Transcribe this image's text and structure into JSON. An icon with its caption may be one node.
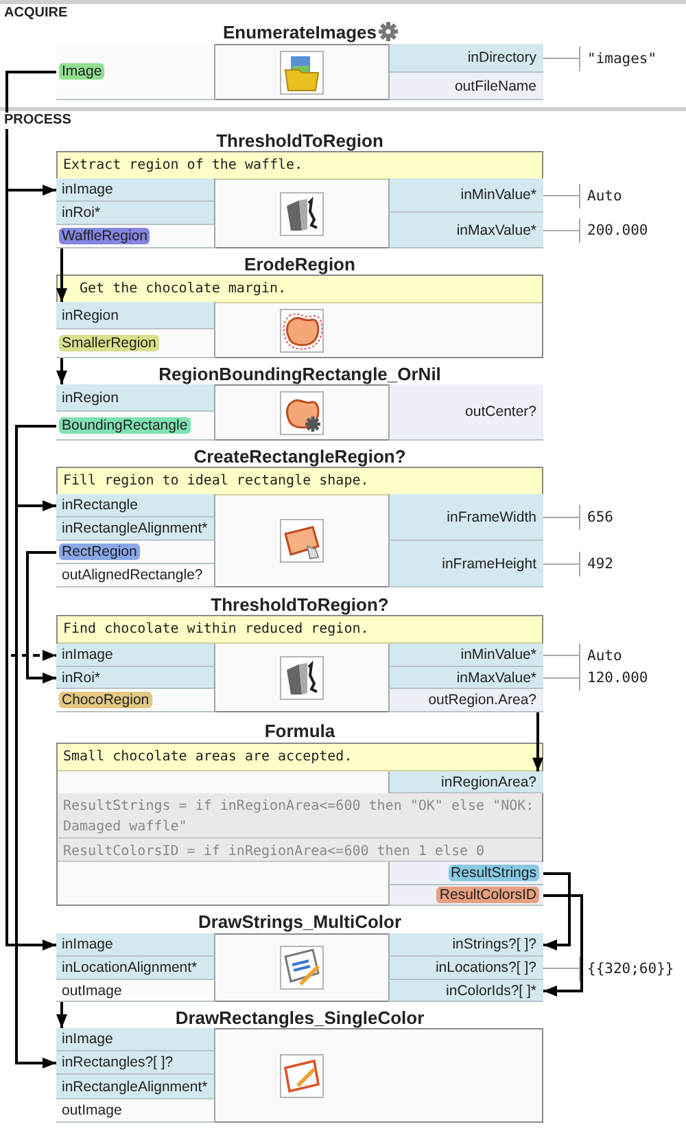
{
  "diagram": {
    "nodes": [
      {
        "text": [
          "EnumerateImages"
        ]
      },
      {
        "text": [
          "Image"
        ],
        "in": 0
      },
      {
        "text": [
          "inDirectory"
        ],
        "in": 0
      },
      {
        "text": [
          "outFileName"
        ],
        "in": 0
      },
      {
        "text": [
          "\"images\""
        ]
      },
      {
        "text": [
          "ThresholdToRegion",
          "Extract region of the waffle."
        ]
      },
      {
        "text": [
          "inImage"
        ],
        "in": 5
      },
      {
        "text": [
          "inRoi*"
        ],
        "in": 5
      },
      {
        "text": [
          "WaffleRegion"
        ],
        "in": 5
      },
      {
        "text": [
          "inMinValue*"
        ],
        "in": 5
      },
      {
        "text": [
          "inMaxValue*"
        ],
        "in": 5
      },
      {
        "text": [
          "Auto"
        ]
      },
      {
        "text": [
          "200.000"
        ]
      },
      {
        "text": [
          "ErodeRegion",
          "Get the chocolate margin."
        ]
      },
      {
        "text": [
          "inRegion"
        ],
        "in": 13
      },
      {
        "text": [
          "SmallerRegion"
        ],
        "in": 13
      },
      {
        "text": [
          "RegionBoundingRectangle_OrNil"
        ]
      },
      {
        "text": [
          "inRegion"
        ],
        "in": 16
      },
      {
        "text": [
          "BoundingRectangle"
        ],
        "in": 16
      },
      {
        "text": [
          "outCenter?"
        ],
        "in": 16
      },
      {
        "text": [
          "CreateRectangleRegion?",
          "Fill region to ideal rectangle shape."
        ]
      },
      {
        "text": [
          "inRectangle"
        ],
        "in": 20
      },
      {
        "text": [
          "inRectangleAlignment*"
        ],
        "in": 20
      },
      {
        "text": [
          "RectRegion"
        ],
        "in": 20
      },
      {
        "text": [
          "outAlignedRectangle?"
        ],
        "in": 20
      },
      {
        "text": [
          "inFrameWidth"
        ],
        "in": 20
      },
      {
        "text": [
          "inFrameHeight"
        ],
        "in": 20
      },
      {
        "text": [
          "656"
        ]
      },
      {
        "text": [
          "492"
        ]
      },
      {
        "text": [
          "ThresholdToRegion?",
          "Find chocolate within reduced region."
        ]
      },
      {
        "text": [
          "inImage"
        ],
        "in": 29
      },
      {
        "text": [
          "inRoi*"
        ],
        "in": 29
      },
      {
        "text": [
          "ChocoRegion"
        ],
        "in": 29
      },
      {
        "text": [
          "inMinValue*"
        ],
        "in": 29
      },
      {
        "text": [
          "inMaxValue*"
        ],
        "in": 29
      },
      {
        "text": [
          "outRegion.Area?"
        ],
        "in": 29
      },
      {
        "text": [
          "Auto"
        ]
      },
      {
        "text": [
          "120.000"
        ]
      },
      {
        "text": [
          "Formula",
          "Small chocolate areas are accepted.",
          "ResultStrings = if inRegionArea<=600 then \"OK\" else \"NOK: Damaged waffle\"",
          "ResultColorsID = if inRegionArea<=600 then 1 else 0"
        ]
      },
      {
        "text": [
          "inRegionArea?"
        ],
        "in": 38
      },
      {
        "text": [
          "ResultStrings"
        ],
        "in": 38
      },
      {
        "text": [
          "ResultColorsID"
        ],
        "in": 38
      },
      {
        "text": [
          "DrawStrings_MultiColor"
        ]
      },
      {
        "text": [
          "inImage"
        ],
        "in": 42
      },
      {
        "text": [
          "inLocationAlignment*"
        ],
        "in": 42
      },
      {
        "text": [
          "outImage"
        ],
        "in": 42
      },
      {
        "text": [
          "inStrings?[ ]?"
        ],
        "in": 42
      },
      {
        "text": [
          "inLocations?[ ]?"
        ],
        "in": 42
      },
      {
        "text": [
          "inColorIds?[ ]*"
        ],
        "in": 42
      },
      {
        "text": [
          "{{320;60}}"
        ]
      },
      {
        "text": [
          "DrawRectangles_SingleColor"
        ]
      },
      {
        "text": [
          "inImage"
        ],
        "in": 50
      },
      {
        "text": [
          "inRectangles?[ ]?"
        ],
        "in": 50
      },
      {
        "text": [
          "inRectangleAlignment*"
        ],
        "in": 50
      },
      {
        "text": [
          "outImage"
        ],
        "in": 50
      }
    ],
    "edges": [
      {
        "from": 1,
        "to": 6,
        "arrow": "to"
      },
      {
        "from": 1,
        "to": 30,
        "arrow": "to",
        "style": "dashed"
      },
      {
        "from": 1,
        "to": 43,
        "arrow": "to"
      },
      {
        "from": 8,
        "to": 14,
        "arrow": "to"
      },
      {
        "from": 15,
        "to": 17,
        "arrow": "to"
      },
      {
        "from": 18,
        "to": 21,
        "arrow": "to"
      },
      {
        "from": 18,
        "to": 52,
        "arrow": "to"
      },
      {
        "from": 23,
        "to": 31,
        "arrow": "to"
      },
      {
        "from": 35,
        "to": 39,
        "arrow": "to"
      },
      {
        "from": 40,
        "to": 46,
        "arrow": "to"
      },
      {
        "from": 41,
        "to": 48,
        "arrow": "to"
      },
      {
        "from": 45,
        "to": 51,
        "arrow": "to"
      },
      {
        "from": 4,
        "to": 2,
        "arrow": "none",
        "color": "#aaaaaa"
      },
      {
        "from": 11,
        "to": 9,
        "arrow": "none",
        "color": "#aaaaaa"
      },
      {
        "from": 12,
        "to": 10,
        "arrow": "none",
        "color": "#aaaaaa"
      },
      {
        "from": 27,
        "to": 25,
        "arrow": "none",
        "color": "#aaaaaa"
      },
      {
        "from": 28,
        "to": 26,
        "arrow": "none",
        "color": "#aaaaaa"
      },
      {
        "from": 36,
        "to": 33,
        "arrow": "none",
        "color": "#aaaaaa"
      },
      {
        "from": 37,
        "to": 34,
        "arrow": "none",
        "color": "#aaaaaa"
      },
      {
        "from": 49,
        "to": 47,
        "arrow": "none",
        "color": "#aaaaaa"
      }
    ],
    "labels": [
      "ACQUIRE",
      "PROCESS"
    ]
  }
}
